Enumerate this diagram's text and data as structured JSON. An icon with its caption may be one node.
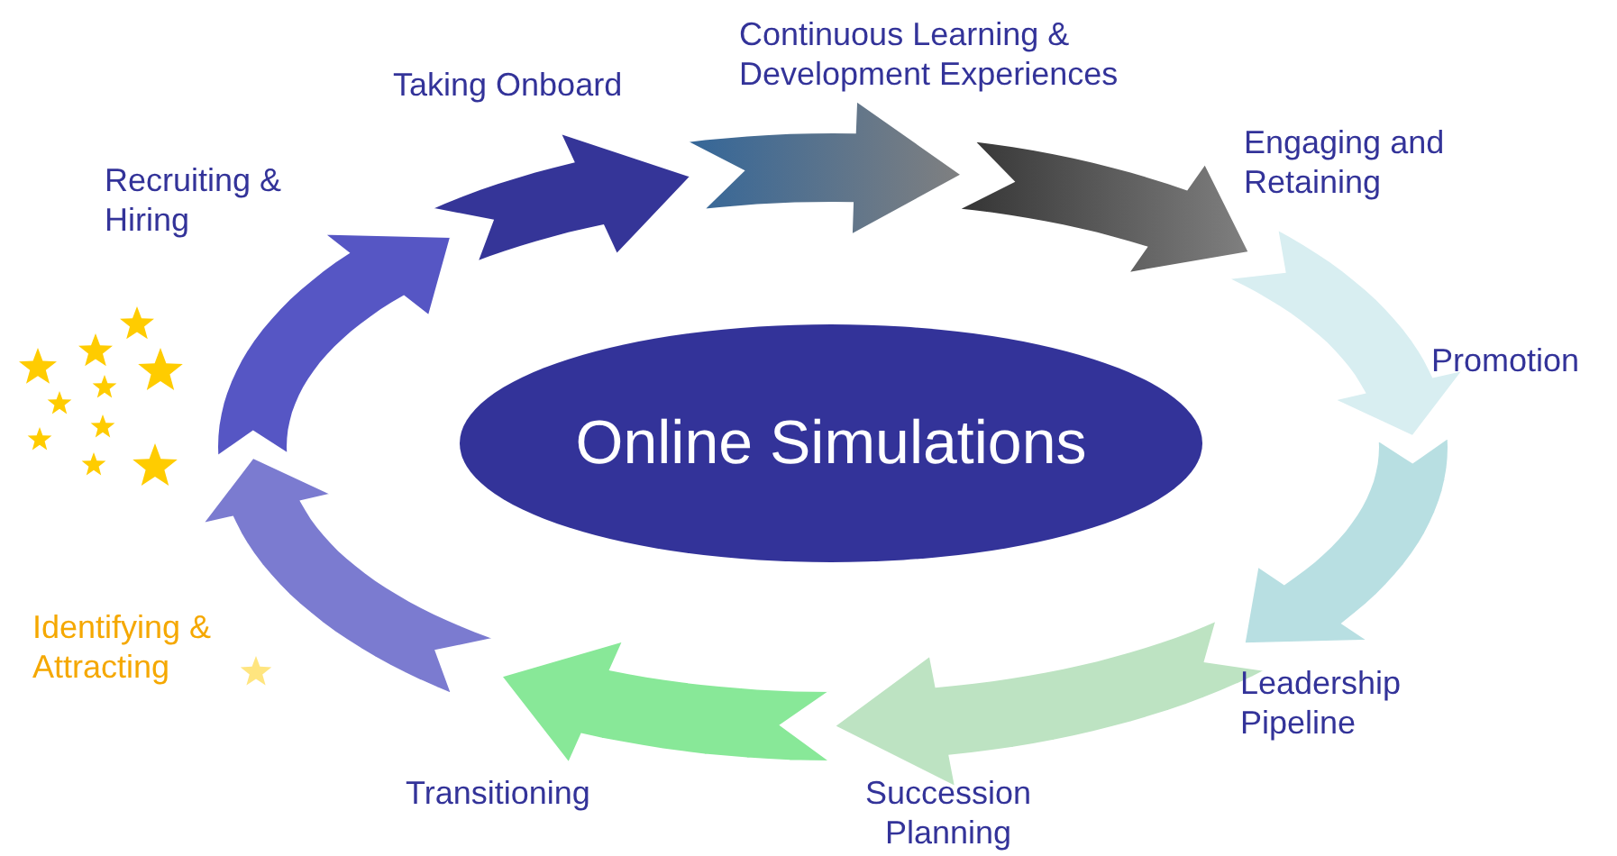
{
  "diagram": {
    "nodes": [
      {
        "text": [
          "Online Simulations"
        ]
      }
    ],
    "labels": [
      "Continuous Learning & Development Experiences",
      "Taking Onboard",
      "Engaging and Retaining",
      "Recruiting & Hiring",
      "Promotion",
      "Identifying & Attracting",
      "Leadership Pipeline",
      "Transitioning",
      "Succession Planning"
    ]
  }
}
